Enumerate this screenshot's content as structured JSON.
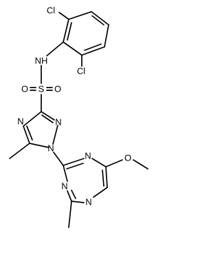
{
  "molecule": {
    "atoms": {
      "cl_top": "Cl",
      "cl_right": "Cl",
      "nh": "NH",
      "sulfur": "S",
      "oxygen_left": "O",
      "oxygen_right": "O",
      "n_triazole_top_right": "N",
      "n_triazole_left": "N",
      "n_triazole_bottom": "N",
      "n_triazine_top": "N",
      "n_triazine_right": "N",
      "n_triazine_bottom": "N",
      "oxygen_methoxy": "O"
    }
  }
}
